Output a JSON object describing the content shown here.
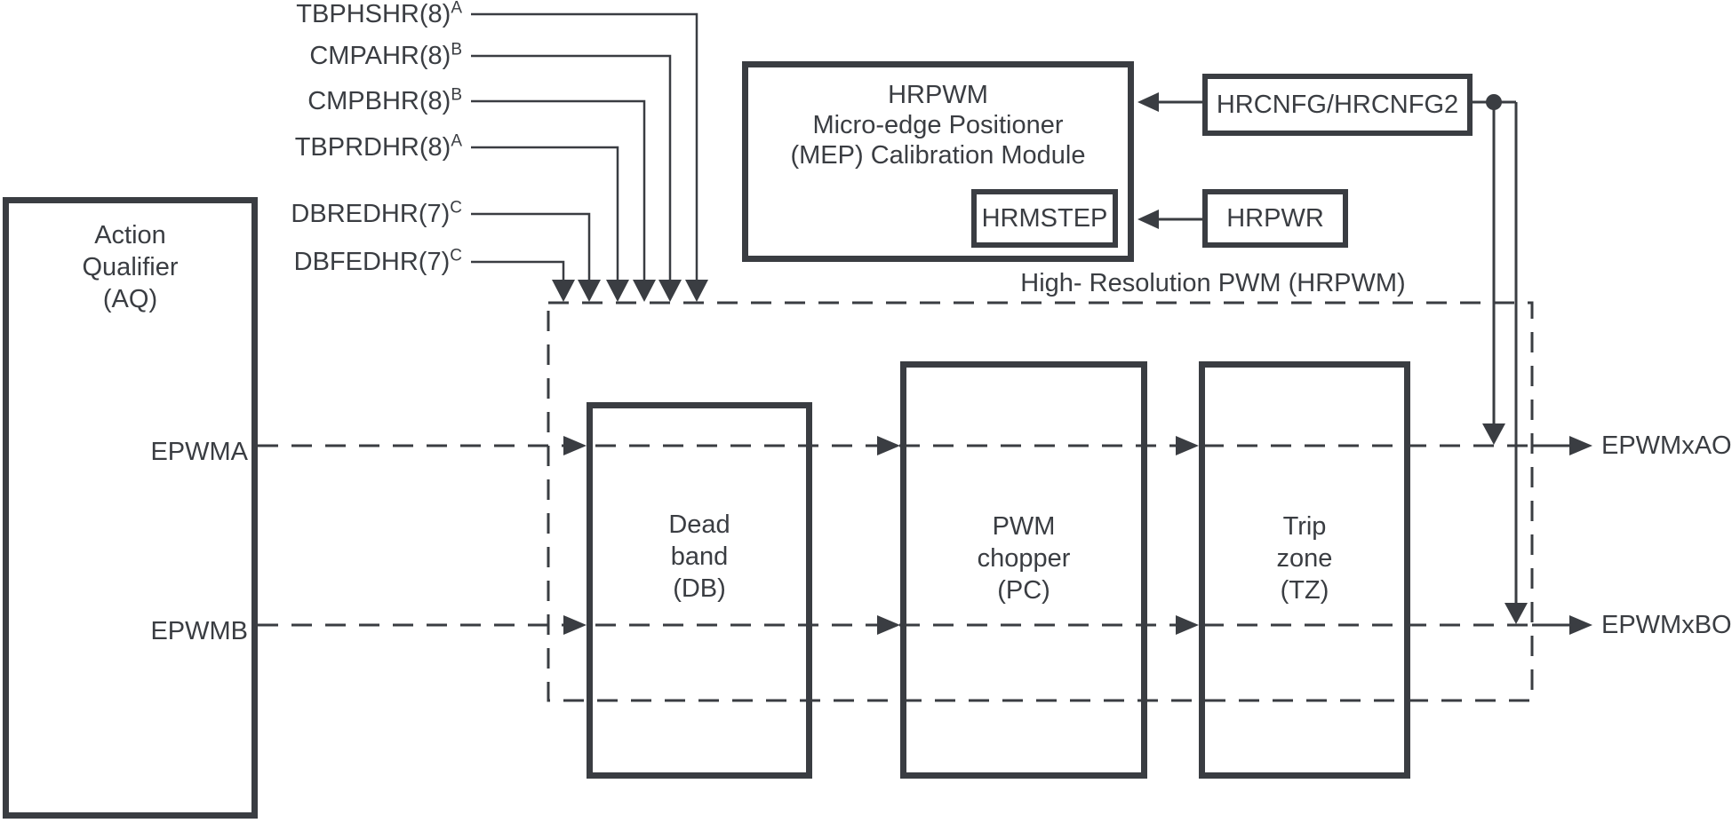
{
  "diagram": {
    "title": "High- Resolution PWM (HRPWM)",
    "colors": {
      "line": "#3a3d42",
      "text": "#3a3d42",
      "background": "#ffffff"
    }
  },
  "registers": [
    {
      "name": "TBPHSHR(8)",
      "sup": "A"
    },
    {
      "name": "CMPAHR(8)",
      "sup": "B"
    },
    {
      "name": "CMPBHR(8)",
      "sup": "B"
    },
    {
      "name": "TBPRDHR(8)",
      "sup": "A"
    },
    {
      "name": "DBREDHR(7)",
      "sup": "C"
    },
    {
      "name": "DBFEDHR(7)",
      "sup": "C"
    }
  ],
  "blocks": {
    "action_qualifier": {
      "label": "Action\nQualifier\n(AQ)"
    },
    "mep": {
      "label": "HRPWM\nMicro-edge Positioner\n(MEP) Calibration Module"
    },
    "hrmstep": {
      "label": "HRMSTEP"
    },
    "hrcnfg": {
      "label": "HRCNFG/HRCNFG2"
    },
    "hrpwr": {
      "label": "HRPWR"
    },
    "dead_band": {
      "label": "Dead\nband\n(DB)"
    },
    "pwm_chopper": {
      "label": "PWM\nchopper\n(PC)"
    },
    "trip_zone": {
      "label": "Trip\nzone\n(TZ)"
    }
  },
  "signals": {
    "epwma": "EPWMA",
    "epwmb": "EPWMB",
    "out_a": "EPWMxAO",
    "out_b": "EPWMxBO"
  }
}
